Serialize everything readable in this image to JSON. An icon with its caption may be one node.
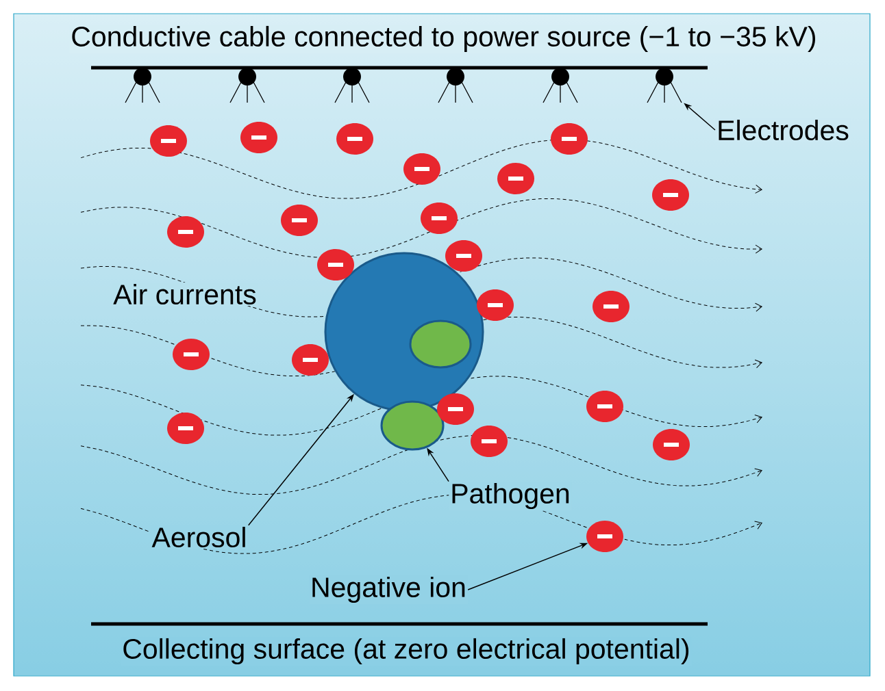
{
  "diagram": {
    "nodes": [
      {
        "text": [
          "Electrodes"
        ]
      },
      {
        "text": [],
        "shape": "picture"
      },
      {
        "text": [
          "Aerosol"
        ]
      },
      {
        "text": [],
        "shape": "circle"
      },
      {
        "text": [
          "Pathogen"
        ]
      },
      {
        "text": [],
        "shape": "ellipse"
      },
      {
        "text": [
          "Negative ion"
        ]
      },
      {
        "text": [],
        "shape": "circle"
      },
      {
        "text": [],
        "shape": "ellipse",
        "in": 3
      },
      {
        "text": [],
        "shape": "circle"
      },
      {
        "text": [],
        "shape": "circle"
      },
      {
        "text": [],
        "shape": "circle"
      },
      {
        "text": [],
        "shape": "circle"
      },
      {
        "text": [],
        "shape": "circle"
      },
      {
        "text": [],
        "shape": "circle"
      },
      {
        "text": [],
        "shape": "circle"
      },
      {
        "text": [],
        "shape": "circle"
      },
      {
        "text": [],
        "shape": "circle"
      },
      {
        "text": [],
        "shape": "circle"
      },
      {
        "text": [],
        "shape": "circle"
      },
      {
        "text": [],
        "shape": "circle"
      },
      {
        "text": [],
        "shape": "circle"
      },
      {
        "text": [],
        "shape": "circle"
      },
      {
        "text": [],
        "shape": "circle"
      },
      {
        "text": [],
        "shape": "circle"
      },
      {
        "text": [],
        "shape": "circle"
      },
      {
        "text": [],
        "shape": "circle"
      },
      {
        "text": [],
        "shape": "circle"
      },
      {
        "text": [],
        "shape": "circle"
      },
      {
        "text": [],
        "shape": "circle"
      }
    ],
    "edges": [
      {
        "from": 0,
        "to": 1,
        "arrow": "to"
      },
      {
        "from": 2,
        "to": 3,
        "arrow": "to"
      },
      {
        "from": 4,
        "to": 5,
        "arrow": "to"
      },
      {
        "from": 6,
        "to": 7,
        "arrow": "to"
      }
    ],
    "labels": [
      "Conductive cable connected to power source (−1 to −35 kV)",
      "Air currents",
      "Collecting surface (at zero electrical potential)"
    ]
  }
}
